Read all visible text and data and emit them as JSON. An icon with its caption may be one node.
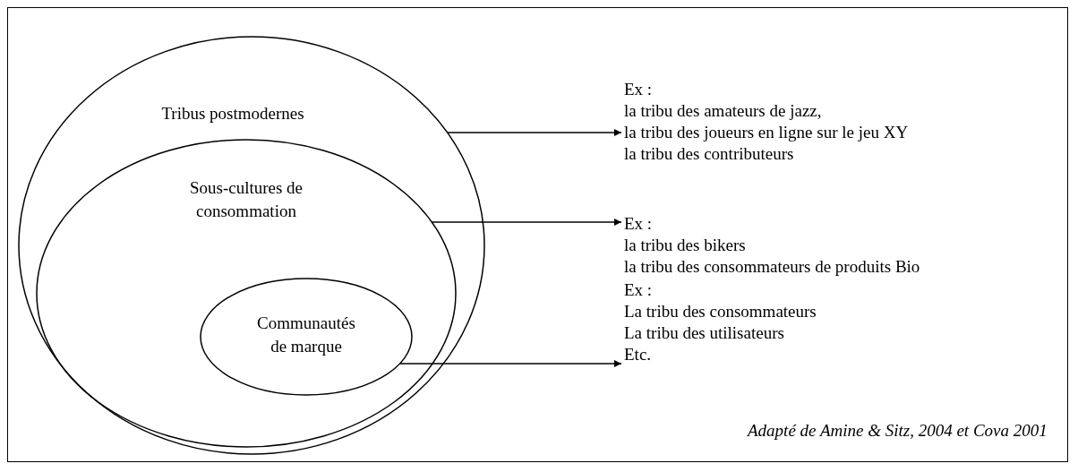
{
  "diagram": {
    "caption": "Adapté de Amine & Sitz, 2004 et Cova 2001",
    "nodes": [
      {
        "text": [
          "Tribus postmodernes"
        ]
      },
      {
        "text": [
          "Sous-cultures de consommation"
        ],
        "in": 0
      },
      {
        "text": [
          "Communautés de marque"
        ],
        "in": 1
      },
      {
        "text": [
          "Ex :",
          "la tribu des amateurs de jazz,",
          "la tribu des joueurs en ligne sur le jeu XY",
          "la tribu des contributeurs"
        ]
      },
      {
        "text": [
          "Ex :",
          "la tribu des bikers",
          "la tribu des consommateurs de produits Bio"
        ]
      },
      {
        "text": [
          "Ex :",
          "La tribu des consommateurs",
          "La tribu des utilisateurs",
          "Etc."
        ]
      }
    ],
    "edges": [
      {
        "from": 0,
        "to": 3,
        "arrow": "to"
      },
      {
        "from": 1,
        "to": 4,
        "arrow": "to"
      },
      {
        "from": 2,
        "to": 5,
        "arrow": "to"
      }
    ]
  }
}
